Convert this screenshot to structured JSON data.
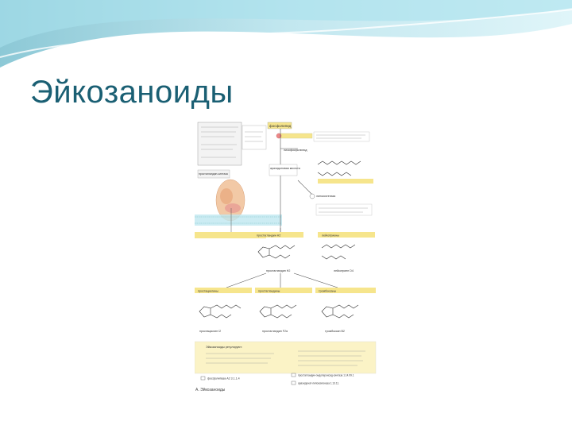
{
  "slide": {
    "title": "Эйкозаноиды"
  },
  "figure": {
    "top_box": "фосфолипид",
    "pathway_labels": {
      "arachidonic_acid": "арахидоновая кислота",
      "lysophospholipid": "лизофосфолипид",
      "prostaglandin_synthase": "простагландин-синтаза",
      "lipoxygenase": "липоксигеназа",
      "pgh2": "простагландин H2",
      "leukotrienes": "лейкотриены",
      "ltd4": "лейкотриен D4",
      "prostacyclins": "простациклины",
      "prostaglandins": "простагландины",
      "thromboxanes": "тромбоксаны",
      "pgi2": "простациклин I2",
      "pgf2a": "простагландин F2α",
      "txb2": "тромбоксан B2"
    },
    "effects_title": "Эйкозаноиды регулируют:",
    "legend_phospholipase": "фосфолипаза A2 3.1.1.4",
    "legend_cyclooxygenase": "простагландин-эндопероксид-синтаза 1.14.99.1",
    "legend_lipoxygenase": "арахидонат-липоксигеназа 1.13.11.",
    "caption": "A. Эйкозаноиды"
  },
  "colors": {
    "title": "#1a5f73",
    "accent_yellow": "#f6e58c",
    "wave_teal": "#7fc8d8"
  }
}
